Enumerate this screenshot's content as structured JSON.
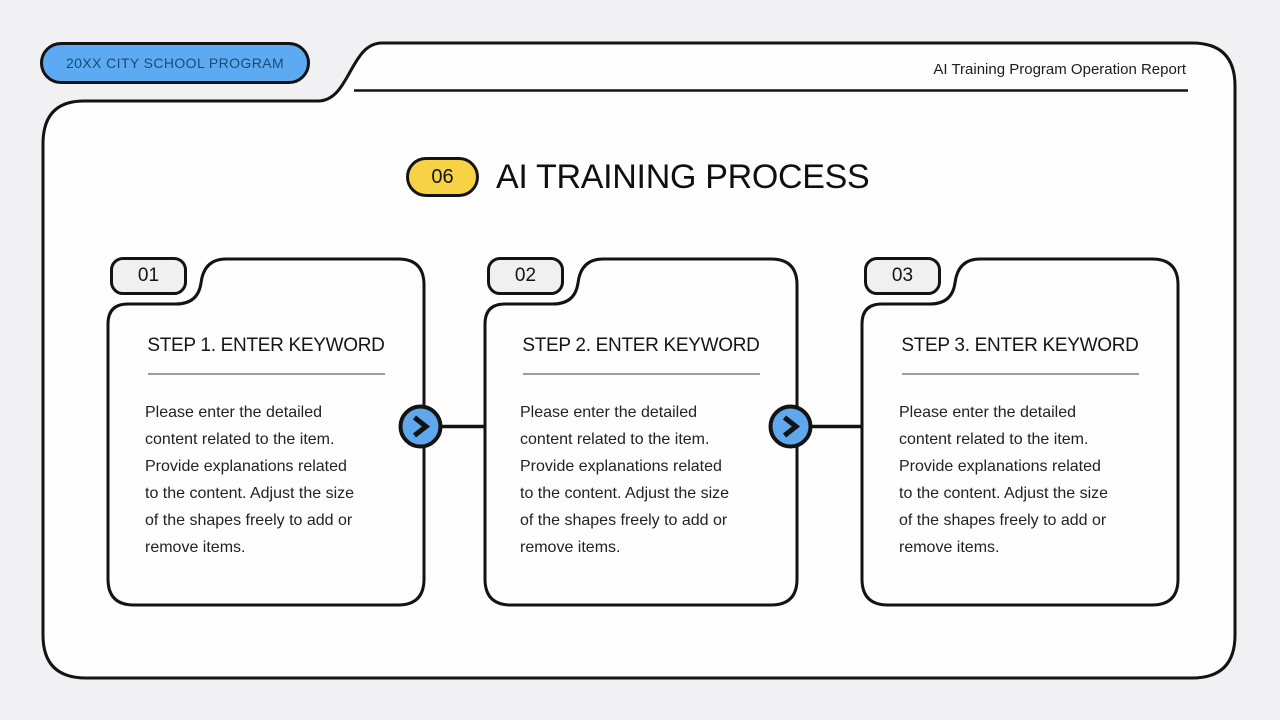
{
  "slide": {
    "background_color": "#f1f0f2",
    "card_fill_color": "#fefefe",
    "outline_color": "#131313"
  },
  "header": {
    "program_badge_label": "20XX CITY SCHOOL PROGRAM",
    "program_badge_color": "#5baaf2",
    "program_badge_text_color": "#1d4a70",
    "report_title": "AI Training Program Operation Report"
  },
  "section": {
    "number": "06",
    "number_badge_color": "#f7d244",
    "title": "AI TRAINING PROCESS"
  },
  "steps": [
    {
      "index": "01",
      "heading": "STEP 1. ENTER KEYWORD",
      "body": "Please enter the detailed\ncontent related to the item.\nProvide explanations related\nto the content. Adjust the size\nof the shapes freely to add or\nremove items."
    },
    {
      "index": "02",
      "heading": "STEP 2. ENTER KEYWORD",
      "body": "Please enter the detailed\ncontent related to the item.\nProvide explanations related\nto the content. Adjust the size\nof the shapes freely to add or\nremove items."
    },
    {
      "index": "03",
      "heading": "STEP 3. ENTER KEYWORD",
      "body": "Please enter the detailed\ncontent related to the item.\nProvide explanations related\nto the content. Adjust the size\nof the shapes freely to add or\nremove items."
    }
  ],
  "connectors": {
    "circle_color": "#5fa8ee",
    "icon": "chevron-right"
  }
}
